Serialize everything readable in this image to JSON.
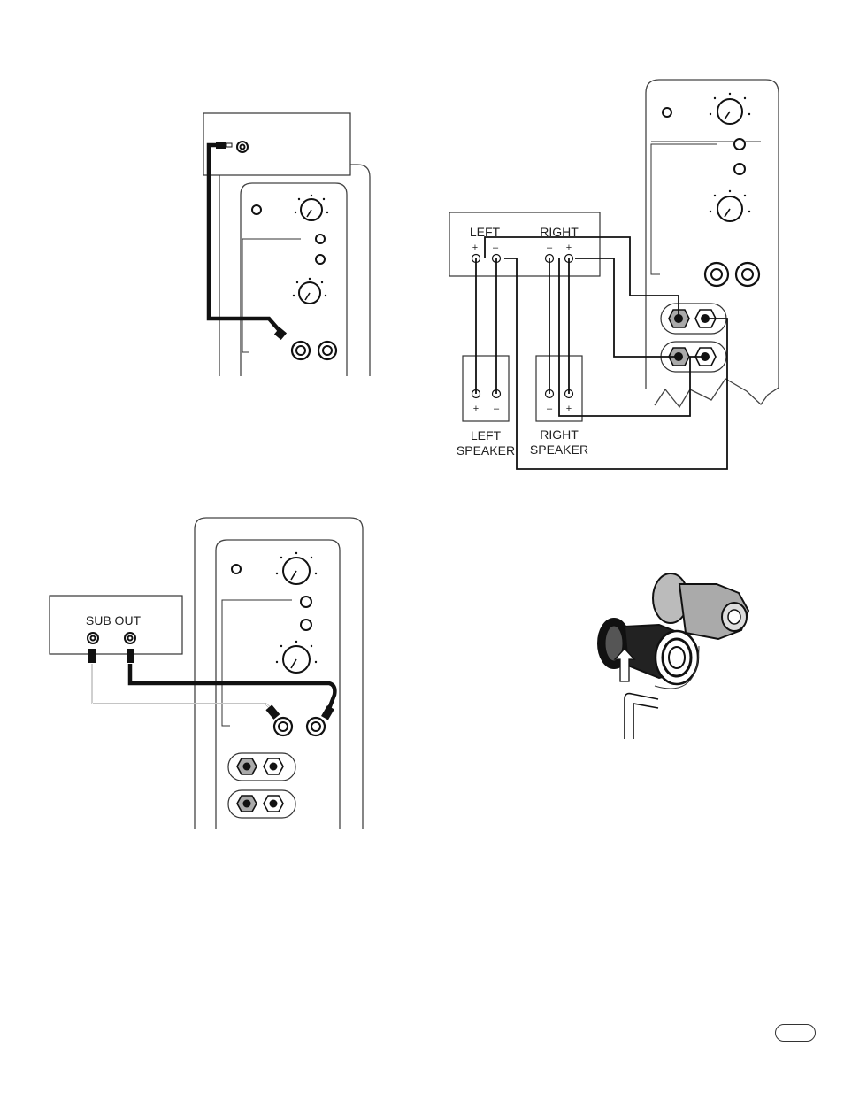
{
  "labels": {
    "left": "LEFT",
    "right": "RIGHT",
    "plus": "+",
    "minus": "–",
    "left_speaker_line1": "LEFT",
    "left_speaker_line2": "SPEAKER",
    "right_speaker_line1": "RIGHT",
    "right_speaker_line2": "SPEAKER",
    "sub_out": "SUB OUT"
  },
  "icons": {
    "knob": "rotary-knob-icon",
    "toggle": "toggle-switch-icon",
    "rca": "rca-jack-icon",
    "binding_post": "binding-post-icon",
    "wrench": "hex-wrench-icon"
  }
}
